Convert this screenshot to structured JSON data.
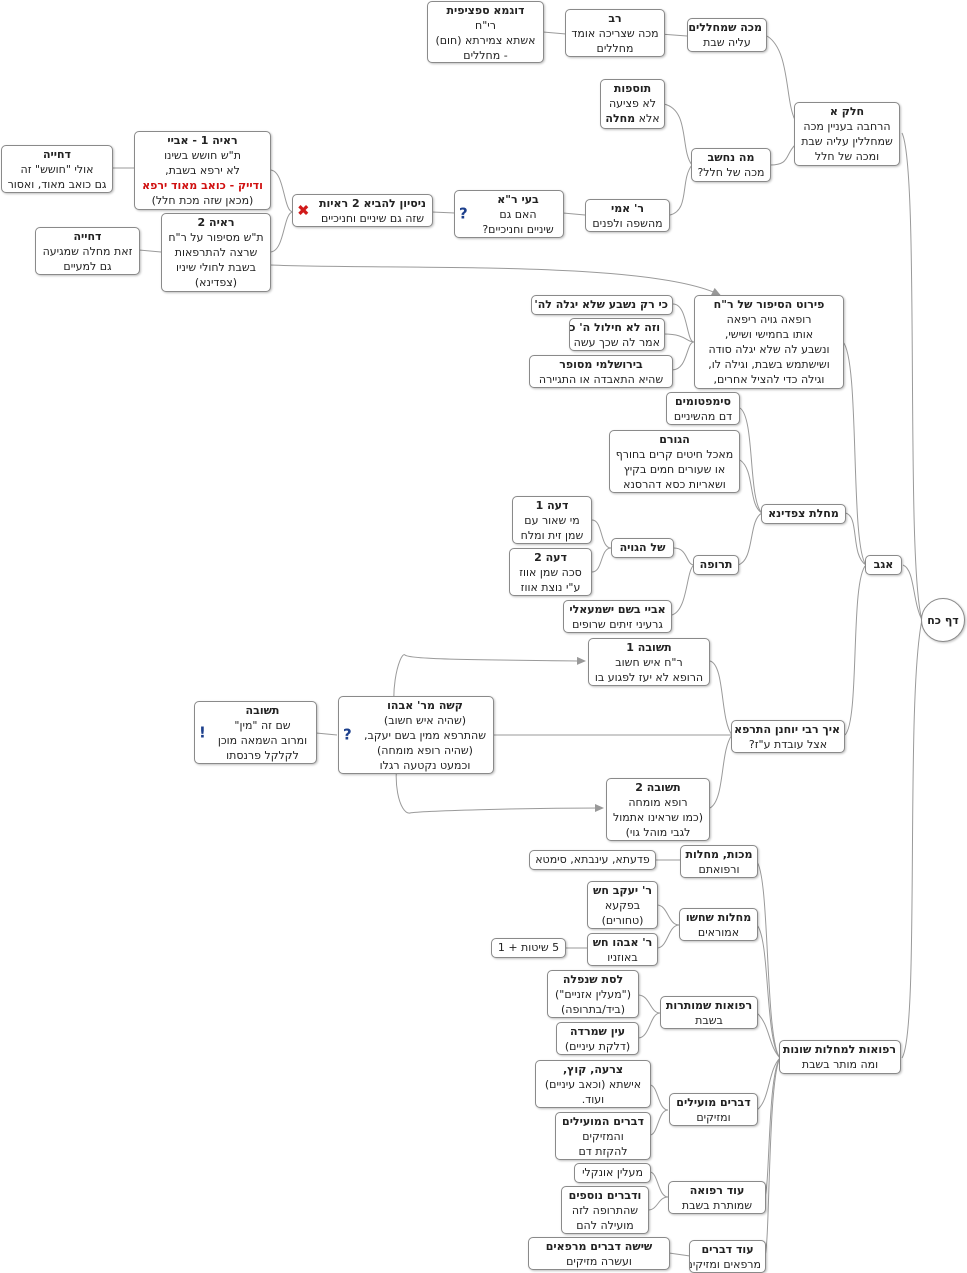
{
  "center": {
    "title": "דף כח"
  },
  "branches": {
    "b1": {
      "title": "חלק א",
      "lines": [
        "הרחבה בעניין מכה",
        "שמחללין עליה שבת",
        "ומכה של חלל"
      ]
    },
    "b2": {
      "title": "אגב"
    },
    "b3": {
      "title": "רפואות למחלות שונות",
      "lines": [
        "ומה מותר בשבת"
      ]
    }
  },
  "nodes": {
    "n1": {
      "title": "מכה שמחללים",
      "lines": [
        "עליה שבת"
      ]
    },
    "n2": {
      "title": "רב",
      "lines": [
        "מכה שצריכה אומד",
        "מחללים"
      ]
    },
    "n3": {
      "title": "דוגמא ספציפית",
      "lines": [
        "רי\"ח",
        "אשתא צמירתא (חום)",
        "- מחללים"
      ]
    },
    "n4": {
      "title": "מה נחשב",
      "lines": [
        "מכה של חלל?"
      ]
    },
    "n5": {
      "title": "תוספות",
      "lines": [
        "לא פציעה"
      ],
      "line2_prefix": "אלא ",
      "line2_bold": "מחלה"
    },
    "n6": {
      "title": "ר' אמי",
      "lines": [
        "מהשפה ולפנים"
      ]
    },
    "n7": {
      "title": "בעי ר\"א",
      "lines": [
        "האם גם",
        "שיניים וחניכיים?"
      ],
      "icon": "?"
    },
    "n8": {
      "title": "ניסיון להביא 2 ראיות",
      "lines": [
        "שזה גם שיניים וחניכיים"
      ],
      "icon": "✖"
    },
    "n9": {
      "title": "ראיה 1 - אביי",
      "lines": [
        "ת\"ש  חושש בשינו",
        "לא ירפא בשבת,"
      ],
      "red": "ודייק - כואב מאוד  ירפא",
      "tail": "(מכאן שזה מכת חלל)"
    },
    "n10": {
      "title": "דחייה",
      "lines": [
        "אולי \"חושש\" זה",
        "גם כואב מאוד, ואסור"
      ]
    },
    "n11": {
      "title": "ראיה 2",
      "lines": [
        "ת\"ש מסיפור על ר\"ח",
        "שרצה להתרפאות",
        "בשבת לחולי שיניו",
        "(צפדינא)"
      ]
    },
    "n12": {
      "title": "דחייה",
      "lines": [
        "זאת מחלה שמגיעה",
        "גם למעיים"
      ]
    },
    "n13": {
      "title": "פירוט הסיפור של ר\"ח",
      "lines": [
        "רופאה גויה ריפאה",
        "אותו בחמישי ושישי,",
        "ונשבע לה שלא יגלה סודה",
        "ושישתמש בשבת, וגילה לו,",
        "וגילה כדי להציל אחרים,"
      ]
    },
    "n14": {
      "title": "כי רק נשבע שלא יגלה לה'",
      "lines": []
    },
    "n15": {
      "title": "וזה לא חילול ה' כי",
      "lines": [
        "אמר לה שכך עשה"
      ]
    },
    "n16": {
      "title": "בירושלמי מסופר",
      "lines": [
        "שהיא התאבדה או התגיירה"
      ]
    },
    "n17": {
      "title": "מחלת צפדינא",
      "lines": []
    },
    "n18": {
      "title": "סימפטומים",
      "lines": [
        "דם מהשיניים"
      ]
    },
    "n19": {
      "title": "הגורם",
      "lines": [
        "מאכל חיטים קרים בחורף",
        "או שעורים חמים בקיץ",
        "ושאריות כסא דהרסנא"
      ]
    },
    "n20": {
      "title": "תרופה",
      "lines": []
    },
    "n21": {
      "title": "של הגויה",
      "lines": []
    },
    "n22": {
      "title": "דעה 1",
      "lines": [
        "מי שאור עם",
        "שמן זית ומלח"
      ]
    },
    "n23": {
      "title": "דעה 2",
      "lines": [
        "סכה שמן אווז",
        "ע\"י נוצת אווז"
      ]
    },
    "n24": {
      "title": "אביי בשם ישמעאלי",
      "lines": [
        "גרעיני זיתים שרופים"
      ]
    },
    "n25": {
      "title": "איך רבי יוחנן התרפא",
      "lines": [
        "אצל עובדת ע\"ז?"
      ]
    },
    "n26": {
      "title": "תשובה 1",
      "lines": [
        "ר\"ח איש חשוב",
        "הרופא לא יעז לפגוע בו"
      ]
    },
    "n27": {
      "title": "קשה מר' אבהו",
      "lines": [
        "(שהיה איש חשוב)",
        "שהתרפא ממין בשם יעקב,",
        "(שהיה רופא מומחה)",
        "וכמעט נקטעה רגלו"
      ],
      "icon": "?"
    },
    "n28": {
      "title": "תשובה",
      "lines": [
        "שם זה \"מין\"",
        "ומרוב השמאה מוכן",
        "לקלקל פרנסתו"
      ],
      "icon": "!"
    },
    "n29": {
      "title": "תשובה 2",
      "lines": [
        "רופא מומחה",
        "(כמו שראינו אתמול",
        "לגבי מוהל גוי)"
      ]
    },
    "n30": {
      "title": "מכות, מחלות",
      "lines": [
        "ורפואתם"
      ]
    },
    "n31": {
      "title": "",
      "lines": [
        "פדעתא, עינבתא, סימטא"
      ]
    },
    "n32": {
      "title": "מחלות שחשו",
      "lines": [
        "אמוראים"
      ]
    },
    "n33": {
      "title": "ר' יעקב חש",
      "lines": [
        "בפקעא",
        "(טחורים)"
      ]
    },
    "n34": {
      "title": "ר' אבהו חש",
      "lines": [
        "באוזניו"
      ]
    },
    "n35": {
      "title": "",
      "lines": [
        "5 שיטות + 1"
      ]
    },
    "n36": {
      "title": "רפואות שמותרות",
      "lines": [
        "בשבת"
      ]
    },
    "n37": {
      "title": "לסת שנפלה",
      "lines": [
        "(\"מעלין אזניים\")",
        "(ביד/בתרופה)"
      ]
    },
    "n38": {
      "title": "עין שמרדה",
      "lines": [
        "(דלקת עיניים)"
      ]
    },
    "n39": {
      "title": "דברים מועילים",
      "lines": [
        "ומזיקים"
      ]
    },
    "n40": {
      "title": "צרעה, קוץ,",
      "lines": [
        "אישתא (וכאב עיניים)",
        "ועוד."
      ]
    },
    "n41": {
      "title": "דברים המועילים",
      "lines": [
        "והמזיקים",
        "להקזת דם"
      ]
    },
    "n42": {
      "title": "עוד רפואה",
      "lines": [
        "שמותרת בשבת"
      ]
    },
    "n43": {
      "title": "",
      "lines": [
        "מעלין אונקלי"
      ]
    },
    "n44": {
      "title": "ודברים נוספים",
      "lines": [
        "שהתרופה לזה",
        "מועילה להם"
      ]
    },
    "n45": {
      "title": "עוד דברים",
      "lines": [
        "מרפאים ומזיקים"
      ]
    },
    "n46": {
      "title": "שישה דברים מרפאים",
      "lines": [
        "ועשרה מזיקים"
      ]
    }
  }
}
